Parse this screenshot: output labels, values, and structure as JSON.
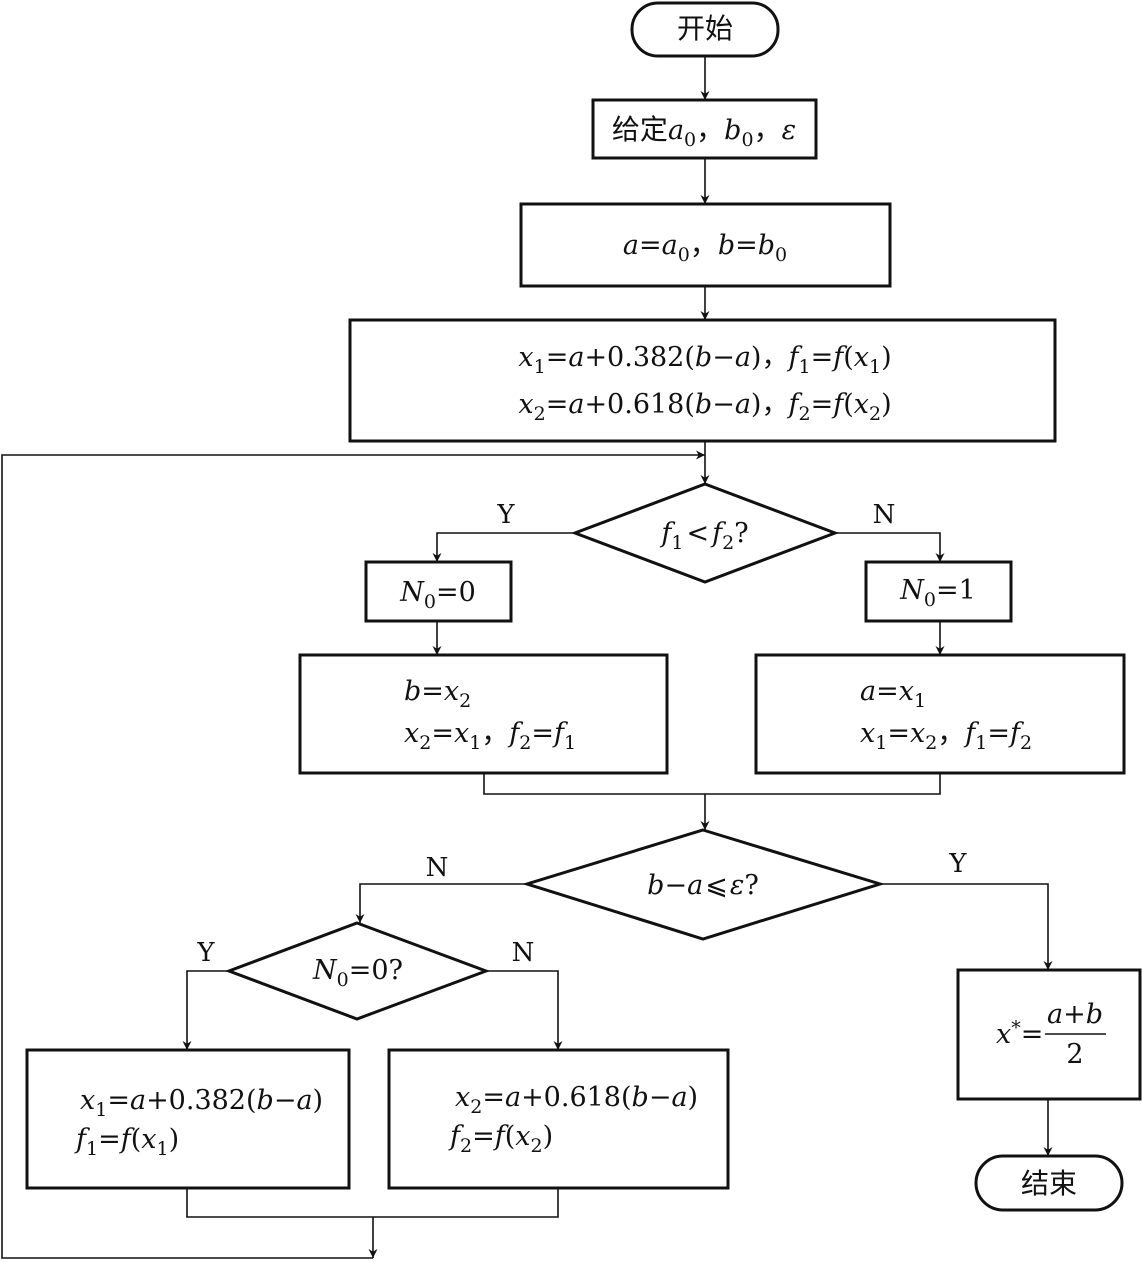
{
  "nodes": {
    "start": {
      "text": "开始"
    },
    "given": {
      "pre": "给定",
      "a": "a",
      "a_sub": "0",
      "sep1": "，",
      "b": "b",
      "b_sub": "0",
      "sep2": "，",
      "eps": "ε"
    },
    "init": {
      "a": "a",
      "eq1": "=",
      "a0": "a",
      "a0_sub": "0",
      "sep": "，",
      "b": "b",
      "eq2": "=",
      "b0": "b",
      "b0_sub": "0"
    },
    "compute": {
      "line1": {
        "x": "x",
        "x_sub": "1",
        "eq": "=",
        "a": "a",
        "mid": "+0.382(",
        "b": "b",
        "minus": "−",
        "a2": "a",
        "close": ")，",
        "f": "f",
        "f_sub": "1",
        "eq2": "=",
        "f2": "f",
        "open": "(",
        "x2": "x",
        "x2_sub": "1",
        "end": ")"
      },
      "line2": {
        "x": "x",
        "x_sub": "2",
        "eq": "=",
        "a": "a",
        "mid": "+0.618(",
        "b": "b",
        "minus": "−",
        "a2": "a",
        "close": ")，",
        "f": "f",
        "f_sub": "2",
        "eq2": "=",
        "f2": "f",
        "open": "(",
        "x2": "x",
        "x2_sub": "2",
        "end": ")"
      }
    },
    "cmp": {
      "f1": "f",
      "f1_sub": "1",
      "lt": "<",
      "f2": "f",
      "f2_sub": "2",
      "q": "?"
    },
    "n0_zero": {
      "n": "N",
      "sub": "0",
      "rest": "=0"
    },
    "n0_one": {
      "n": "N",
      "sub": "0",
      "rest": "=1"
    },
    "left_update": {
      "line1": {
        "b": "b",
        "eq": "=",
        "x": "x",
        "x_sub": "2"
      },
      "line2": {
        "x": "x",
        "x_sub": "2",
        "eq": "=",
        "x1": "x",
        "x1_sub": "1",
        "sep": "，",
        "f": "f",
        "f_sub": "2",
        "eq2": "=",
        "f1": "f",
        "f1_sub": "1"
      }
    },
    "right_update": {
      "line1": {
        "a": "a",
        "eq": "=",
        "x": "x",
        "x_sub": "1"
      },
      "line2": {
        "x": "x",
        "x_sub": "1",
        "eq": "=",
        "x2": "x",
        "x2_sub": "2",
        "sep": "，",
        "f": "f",
        "f_sub": "1",
        "eq2": "=",
        "f2": "f",
        "f2_sub": "2"
      }
    },
    "conv": {
      "b": "b",
      "minus": "−",
      "a": "a",
      "le": "⩽",
      "eps": "ε",
      "q": "?"
    },
    "n0_check": {
      "n": "N",
      "sub": "0",
      "rest": "=0?"
    },
    "new_x1": {
      "line1": {
        "x": "x",
        "x_sub": "1",
        "eq": "=",
        "a": "a",
        "mid": "+0.382(",
        "b": "b",
        "minus": "−",
        "a2": "a",
        "end": ")"
      },
      "line2": {
        "f": "f",
        "f_sub": "1",
        "eq": "=",
        "f2": "f",
        "open": "(",
        "x": "x",
        "x_sub": "1",
        "end": ")"
      }
    },
    "new_x2": {
      "line1": {
        "x": "x",
        "x_sub": "2",
        "eq": "=",
        "a": "a",
        "mid": "+0.618(",
        "b": "b",
        "minus": "−",
        "a2": "a",
        "end": ")"
      },
      "line2": {
        "f": "f",
        "f_sub": "2",
        "eq": "=",
        "f2": "f",
        "open": "(",
        "x": "x",
        "x_sub": "2",
        "end": ")"
      }
    },
    "result": {
      "x": "x",
      "star": "*",
      "eq": "=",
      "num": "a+b",
      "den": "2"
    },
    "end": {
      "text": "结束"
    }
  },
  "edge_labels": {
    "cmp_yes": "Y",
    "cmp_no": "N",
    "conv_no": "N",
    "conv_yes": "Y",
    "check_yes": "Y",
    "check_no": "N"
  }
}
